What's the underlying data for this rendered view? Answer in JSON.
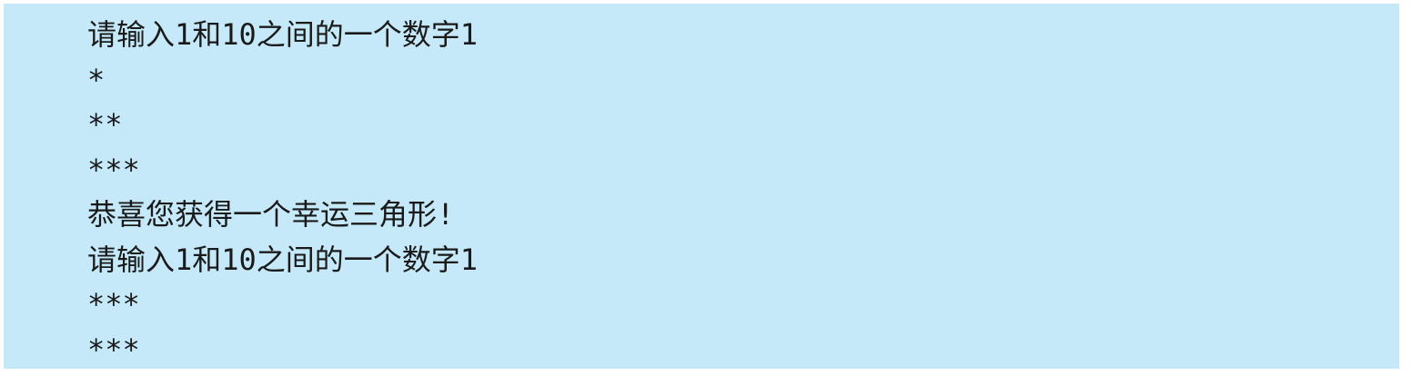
{
  "console": {
    "background_color": "#c5e9f9",
    "text_color": "#1a1a1a",
    "lines": [
      "请输入1和10之间的一个数字1",
      "*",
      "**",
      "***",
      "恭喜您获得一个幸运三角形!",
      "请输入1和10之间的一个数字1",
      "***",
      "***"
    ]
  }
}
